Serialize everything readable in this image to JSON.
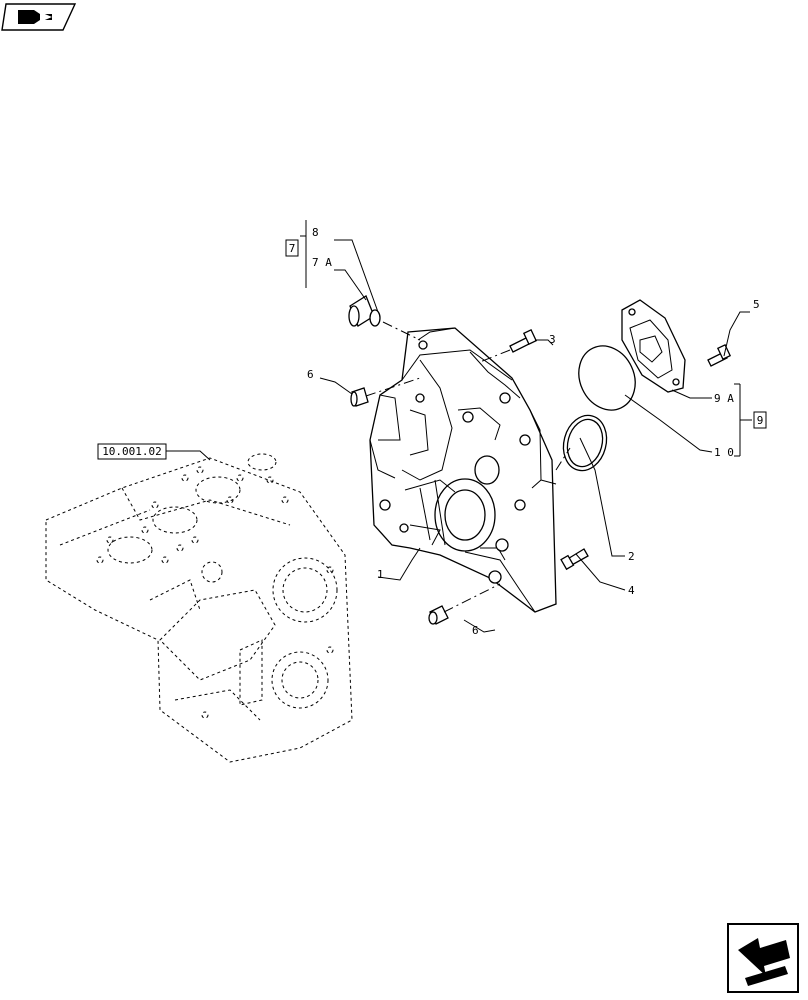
{
  "icons": {
    "top_left": "book-arrow-icon",
    "bottom_right": "next-page-arrow-icon"
  },
  "reference": "10.001.02",
  "callouts": {
    "c1": "1",
    "c2": "2",
    "c3": "3",
    "c4": "4",
    "c5": "5",
    "c6a": "6",
    "c6b": "6",
    "c7": "7",
    "c7a": "7 A",
    "c8": "8",
    "c9": "9",
    "c9a": "9 A",
    "c10": "1 0"
  }
}
